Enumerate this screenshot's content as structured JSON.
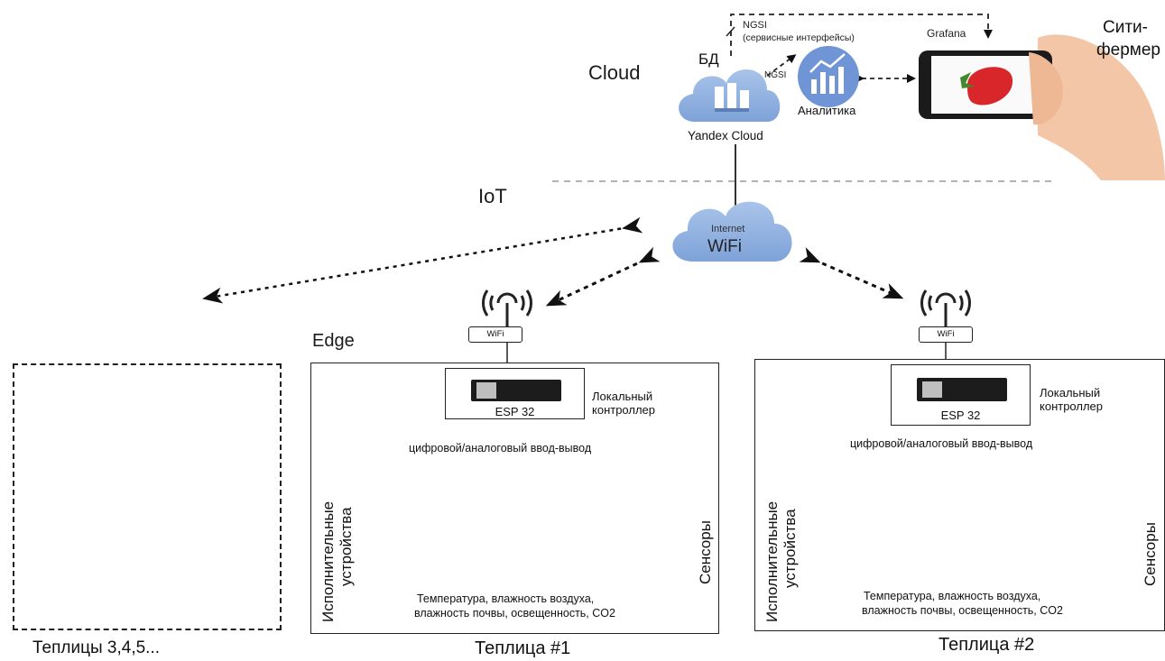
{
  "zones": {
    "cloud": "Cloud",
    "iot": "IoT",
    "edge": "Edge"
  },
  "cloud": {
    "db_label": "БД",
    "cloud_name": "Yandex Cloud",
    "ngsi_top_line1": "NGSI",
    "ngsi_top_line2": "(сервисные интерфейсы)",
    "ngsi_small": "NGSI",
    "grafana": "Grafana",
    "analytics": "Аналитика",
    "user_line1": "Сити-",
    "user_line2": "фермер"
  },
  "internet": {
    "line1": "Internet",
    "line2": "WiFi"
  },
  "greenhouse_1": {
    "wifi": "WiFi",
    "controller_chip": "ESP 32",
    "controller_label_line1": "Локальный",
    "controller_label_line2": "контроллер",
    "io_label": "цифровой/аналоговый ввод-вывод",
    "actuators_line1": "Исполнительные",
    "actuators_line2": "устройства",
    "sensors": "Сенсоры",
    "params_line1": "Температура, влажность воздуха,",
    "params_line2": "влажность почвы, освещенность, CO2",
    "caption": "Теплица #1"
  },
  "greenhouse_2": {
    "wifi": "WiFi",
    "controller_chip": "ESP 32",
    "controller_label_line1": "Локальный",
    "controller_label_line2": "контроллер",
    "io_label": "цифровой/аналоговый ввод-вывод",
    "actuators_line1": "Исполнительные",
    "actuators_line2": "устройства",
    "sensors": "Сенсоры",
    "params_line1": "Температура, влажность воздуха,",
    "params_line2": "влажность почвы, освещенность, CO2",
    "caption": "Теплица #2"
  },
  "other_greenhouses": {
    "caption": "Теплицы 3,4,5..."
  },
  "colors": {
    "cloud_fill": "#8fb1e0",
    "analytics_fill": "#6f95d6",
    "strawberry": "#d9262b",
    "leaf_green": "#3f8a2c",
    "soil": "#3a2a1e"
  },
  "icons": [
    "cloud-icon",
    "analytics-icon",
    "smartphone-icon",
    "strawberry-icon",
    "wifi-antenna-icon",
    "esp32-board-icon",
    "lamp-icon",
    "heater-icon",
    "fan-icon",
    "watering-can-icon",
    "sun-icon",
    "gauge-icon",
    "thermometer-icon",
    "sensor-probe-icon",
    "plants-icon"
  ]
}
